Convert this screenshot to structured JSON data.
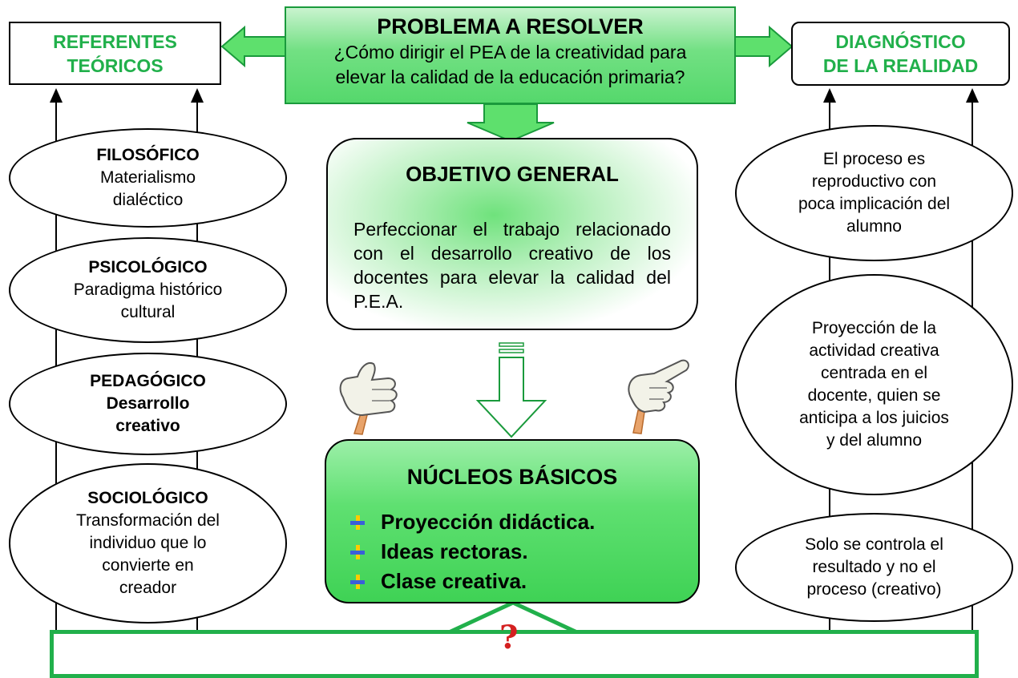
{
  "problem": {
    "title": "PROBLEMA A RESOLVER",
    "line1": "¿Cómo dirigir el PEA  de la creatividad para",
    "line2": "elevar la calidad de la educación primaria?"
  },
  "left_header": {
    "line1": "REFERENTES",
    "line2": "TEÓRICOS"
  },
  "right_header": {
    "line1": "DIAGNÓSTICO",
    "line2": "DE LA REALIDAD"
  },
  "left_items": [
    {
      "title": "FILOSÓFICO",
      "lines": [
        "Materialismo",
        "dialéctico"
      ]
    },
    {
      "title": "PSICOLÓGICO",
      "lines": [
        "Paradigma histórico",
        "cultural"
      ]
    },
    {
      "title": "PEDAGÓGICO",
      "lines": [
        "Desarrollo",
        "creativo"
      ]
    },
    {
      "title": "SOCIOLÓGICO",
      "lines": [
        "Transformación del",
        "individuo que lo",
        "convierte en",
        "creador"
      ]
    }
  ],
  "right_items": [
    {
      "lines": [
        "El proceso es",
        "reproductivo con",
        "poca implicación del",
        "alumno"
      ]
    },
    {
      "lines": [
        "Proyección de la",
        "actividad creativa",
        "centrada en el",
        "docente, quien se",
        "anticipa a los juicios",
        "y del alumno"
      ]
    },
    {
      "lines": [
        "Solo se controla el",
        "resultado y no el",
        "proceso (creativo)"
      ]
    }
  ],
  "objective": {
    "title": "OBJETIVO GENERAL",
    "text": "Perfeccionar el trabajo relacionado con el desarrollo creativo de los docentes para elevar la calidad del  P.E.A."
  },
  "nucleos": {
    "title": "NÚCLEOS BÁSICOS",
    "items": [
      "Proyección didáctica.",
      "Ideas rectoras.",
      "Clase creativa."
    ]
  },
  "colors": {
    "accent_green": "#21b04b",
    "question_red": "#d42020"
  },
  "icons": [
    "thumbs-up-hand-icon",
    "pointing-hand-icon",
    "question-mark-icon",
    "bullet-plus-icon"
  ]
}
